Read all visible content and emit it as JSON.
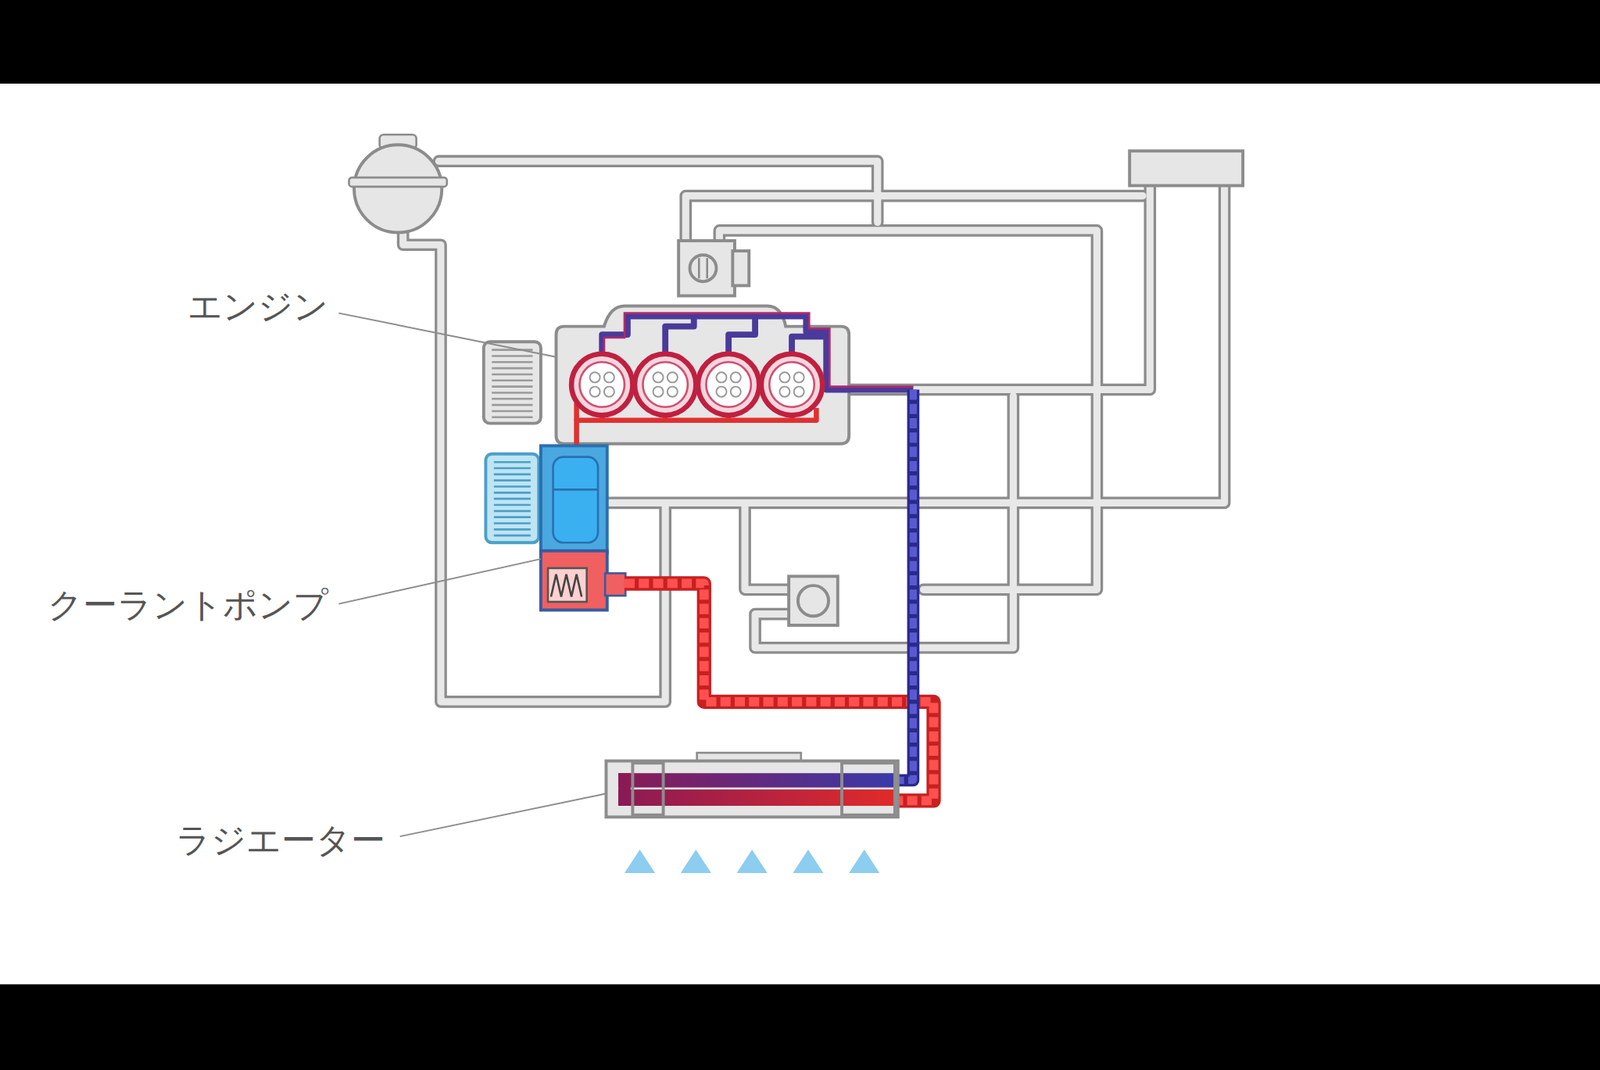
{
  "diagram": {
    "labels": [
      "エンジン",
      "クーラントポンプ",
      "ラジエーター"
    ]
  }
}
